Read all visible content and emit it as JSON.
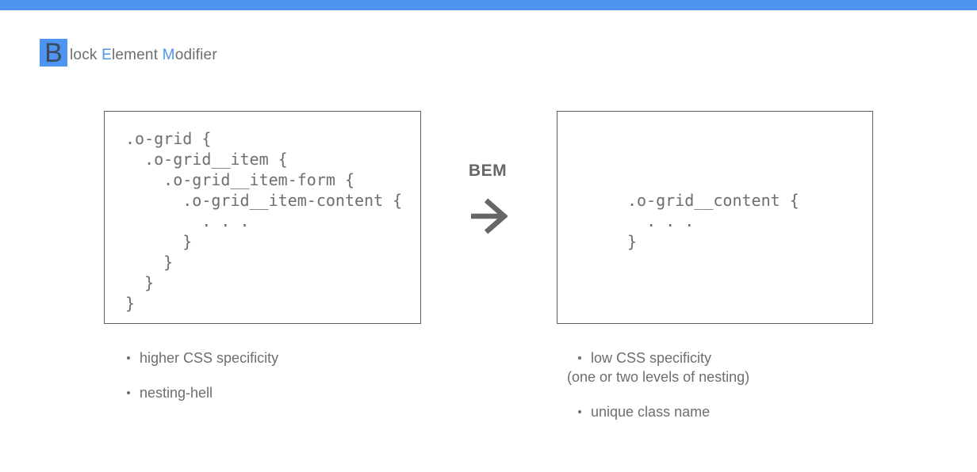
{
  "theme": {
    "accent_blue": "#4d95f0",
    "initial_letter_color": "#3c4a5e",
    "text_gray": "#6e6e6e",
    "panel_border_gray": "#5f5f5f",
    "arrow_gray": "#666666"
  },
  "title": {
    "initial": "B",
    "segments": [
      {
        "text": "lock ",
        "highlight": false
      },
      {
        "text": "E",
        "highlight": true
      },
      {
        "text": "lement ",
        "highlight": false
      },
      {
        "text": "M",
        "highlight": true
      },
      {
        "text": "odifier",
        "highlight": false
      }
    ],
    "full_text": "Block Element Modifier"
  },
  "before_panel": {
    "code": ".o-grid {\n  .o-grid__item {\n    .o-grid__item-form {\n      .o-grid__item-content {\n        . . .\n      }\n    }\n  }\n}"
  },
  "transform": {
    "label": "BEM",
    "arrow_icon": "right-arrow"
  },
  "after_panel": {
    "code": ".o-grid__content {\n  . . .\n}"
  },
  "before_notes": {
    "items": [
      "higher CSS specificity",
      "nesting-hell"
    ]
  },
  "after_notes": {
    "item1_line1": "low CSS specificity",
    "item1_line2": "(one or two levels of nesting)",
    "item2": "unique class name"
  }
}
